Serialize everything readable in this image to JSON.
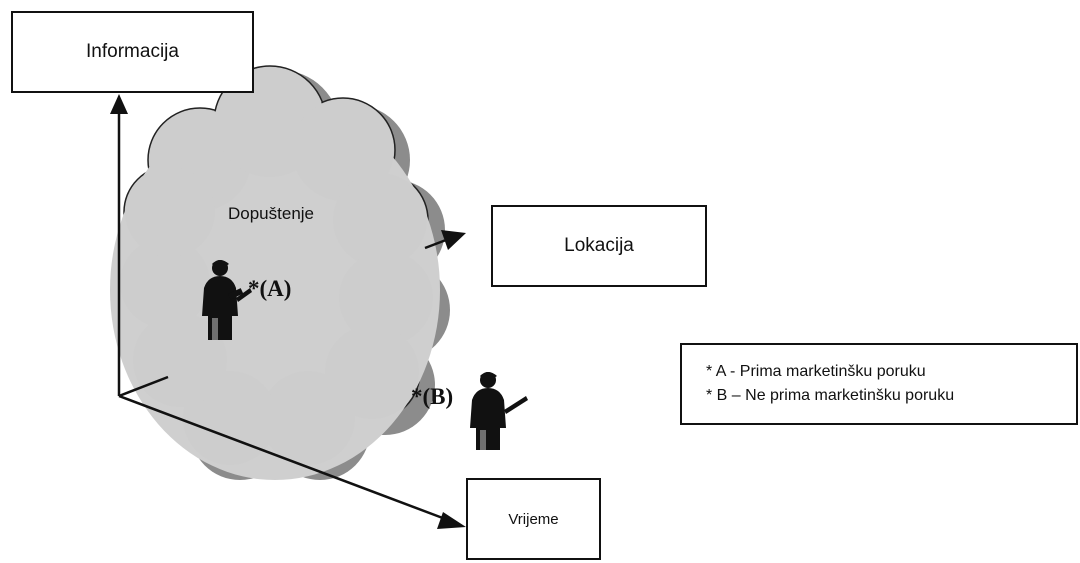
{
  "axes": {
    "information": "Informacija",
    "location": "Lokacija",
    "time": "Vrijeme"
  },
  "cloud": {
    "label": "Dopuštenje"
  },
  "markers": {
    "a": "*(A)",
    "b": "*(B)"
  },
  "legend": {
    "line_a": "* A - Prima marketinšku poruku",
    "line_b": "* B – Ne prima marketinšku poruku"
  },
  "icons": [
    "person-with-phone-icon",
    "person-with-phone-icon"
  ]
}
